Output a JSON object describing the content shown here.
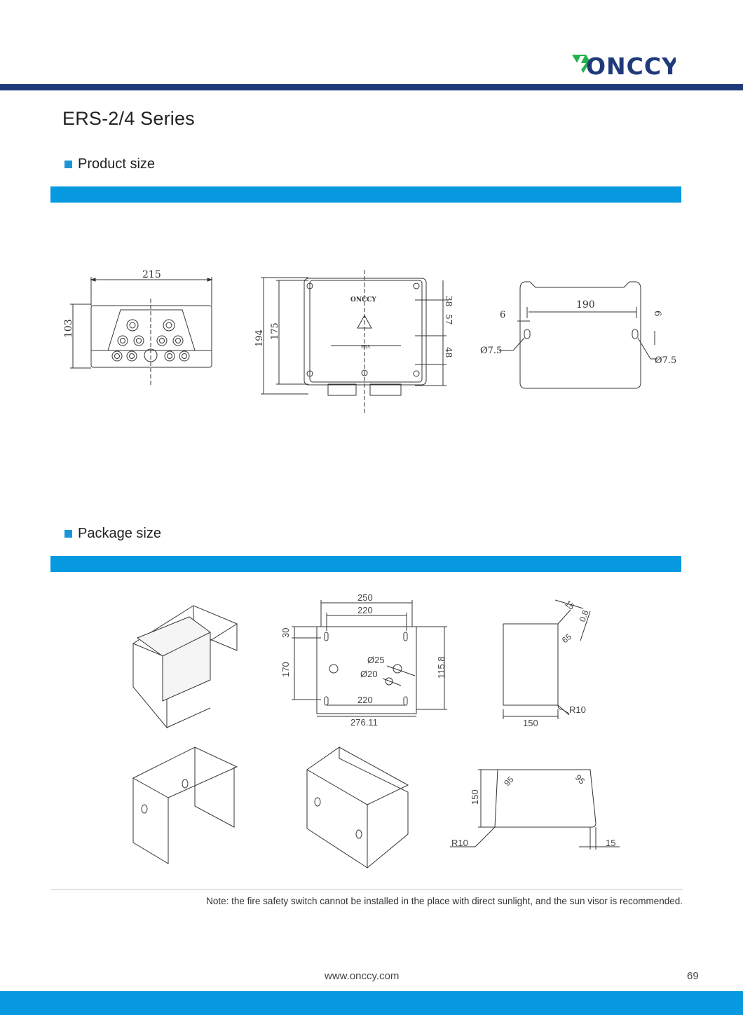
{
  "header": {
    "logo_text": "ONCCY",
    "brand_colors": {
      "navy": "#1f3a7a",
      "green": "#22b24c",
      "blue": "#0799e0"
    }
  },
  "title": "ERS-2/4 Series",
  "sections": {
    "product": {
      "label": "Product size"
    },
    "package": {
      "label": "Package size"
    }
  },
  "product_dims": {
    "front_width": "215",
    "front_height": "103",
    "side_total": "194",
    "side_body": "175",
    "side_top": "38",
    "side_mid": "57",
    "side_bottom": "48",
    "device_logo": "ONCCY",
    "device_label": "ERS",
    "rear_spacing": "190",
    "rear_left_offset": "6",
    "rear_right_offset": "6",
    "rear_hole_left": "Ø7.5",
    "rear_hole_right": "Ø7.5"
  },
  "package_dims": {
    "plate_outer_top": "250",
    "plate_inner_top": "220",
    "plate_margin": "30",
    "plate_hole_spacing": "170",
    "hole_large": "Ø25",
    "hole_small": "Ø20",
    "plate_inner_bottom": "220",
    "plate_width": "276.11",
    "plate_height": "115.8",
    "side_flange": "15",
    "side_thickness": "0.8",
    "side_angle": "65",
    "side_radius": "R10",
    "side_width": "150",
    "bottom_angle_left": "95",
    "bottom_angle_right": "95",
    "bottom_height": "150",
    "bottom_radius": "R10",
    "bottom_flange": "15"
  },
  "note": "Note: the fire safety switch cannot be installed in the place with direct sunlight, and the sun visor is recommended.",
  "footer": {
    "url": "www.onccy.com",
    "page": "69"
  }
}
